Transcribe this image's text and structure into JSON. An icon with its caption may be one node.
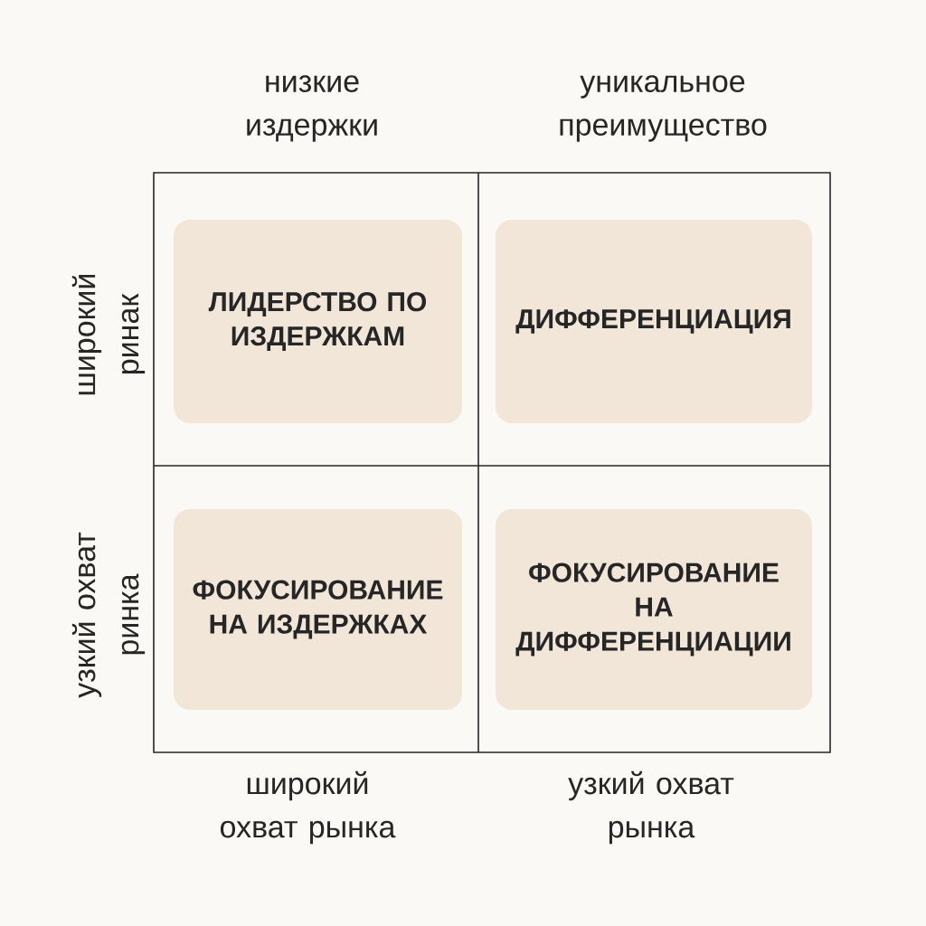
{
  "diagram": {
    "nodes": [
      {
        "text": [
          "ЛИДЕРСТВО ПО ИЗДЕРЖКАМ"
        ]
      },
      {
        "text": [
          "ДИФФЕРЕНЦИАЦИЯ"
        ]
      },
      {
        "text": [
          "ФОКУСИРОВАНИЕ НА ИЗДЕРЖКАХ"
        ]
      },
      {
        "text": [
          "ФОКУСИРОВАНИЕ НА ДИФФЕРЕНЦИАЦИИ"
        ]
      }
    ],
    "labels": [
      "низкие издержки",
      "уникальное преимущество",
      "широкий ринак",
      "узкий охват ринка",
      "широкий охват рынка",
      "узкий охват рынка"
    ]
  }
}
